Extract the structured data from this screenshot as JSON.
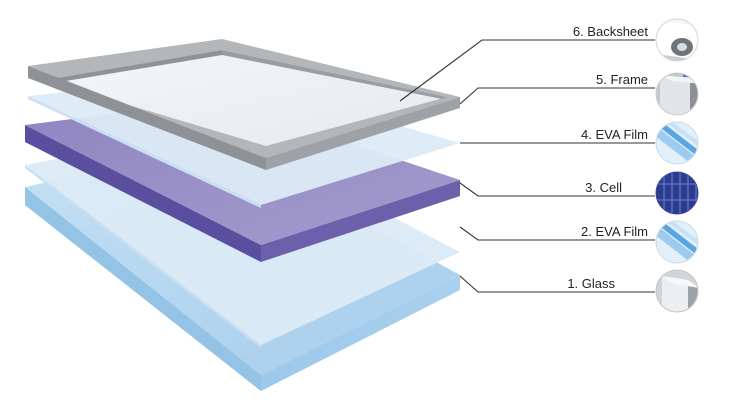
{
  "layers": [
    {
      "number": 6,
      "label": "6. Backsheet",
      "thumbnail_icon": "backsheet-roll-icon"
    },
    {
      "number": 5,
      "label": "5. Frame",
      "thumbnail_icon": "frame-corner-icon"
    },
    {
      "number": 4,
      "label": "4. EVA Film",
      "thumbnail_icon": "eva-film-icon"
    },
    {
      "number": 3,
      "label": "3. Cell",
      "thumbnail_icon": "solar-cell-icon"
    },
    {
      "number": 2,
      "label": "2. EVA Film",
      "thumbnail_icon": "eva-film-icon"
    },
    {
      "number": 1,
      "label": "1. Glass",
      "thumbnail_icon": "glass-corner-icon"
    }
  ],
  "colors": {
    "glass": "#a8d0ee",
    "eva_film": "#dcebf7",
    "cell_top": "#9a92c8",
    "cell_side": "#5a4e9e",
    "frame": "#a4a8ab",
    "leader_line": "#333333"
  }
}
